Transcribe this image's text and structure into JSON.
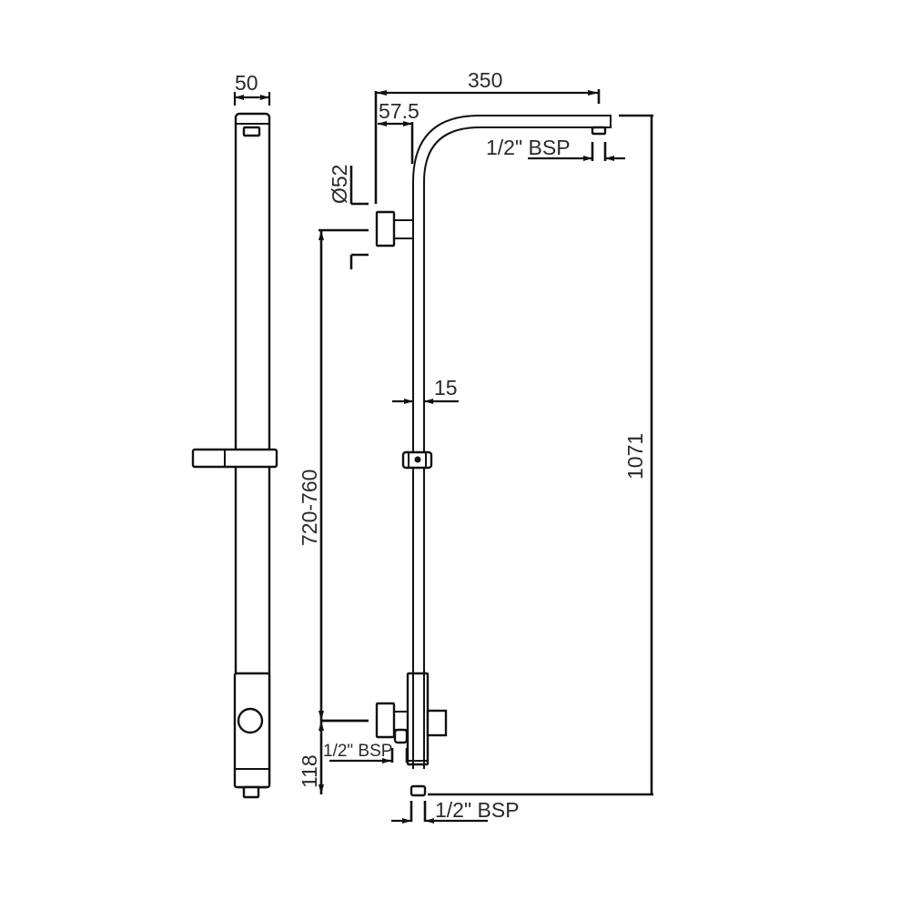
{
  "drawing": {
    "title": "Shower column dimensional drawing",
    "colors": {
      "line": "#111111",
      "text": "#2a2a2a",
      "background": "#ffffff"
    },
    "units": "mm",
    "side_view": {
      "width_label": "50"
    },
    "front_view": {
      "arm_length_label": "350",
      "arm_offset_label": "57.5",
      "wall_bracket_diameter_label": "Ø52",
      "rail_diameter_label": "15",
      "bracket_spacing_label": "720-760",
      "overall_height_label": "1071",
      "inlet_height_label": "118",
      "arm_outlet_thread_label": "1/2\" BSP",
      "side_outlet_thread_label": "1/2\" BSP",
      "bottom_outlet_thread_label": "1/2\" BSP"
    }
  }
}
